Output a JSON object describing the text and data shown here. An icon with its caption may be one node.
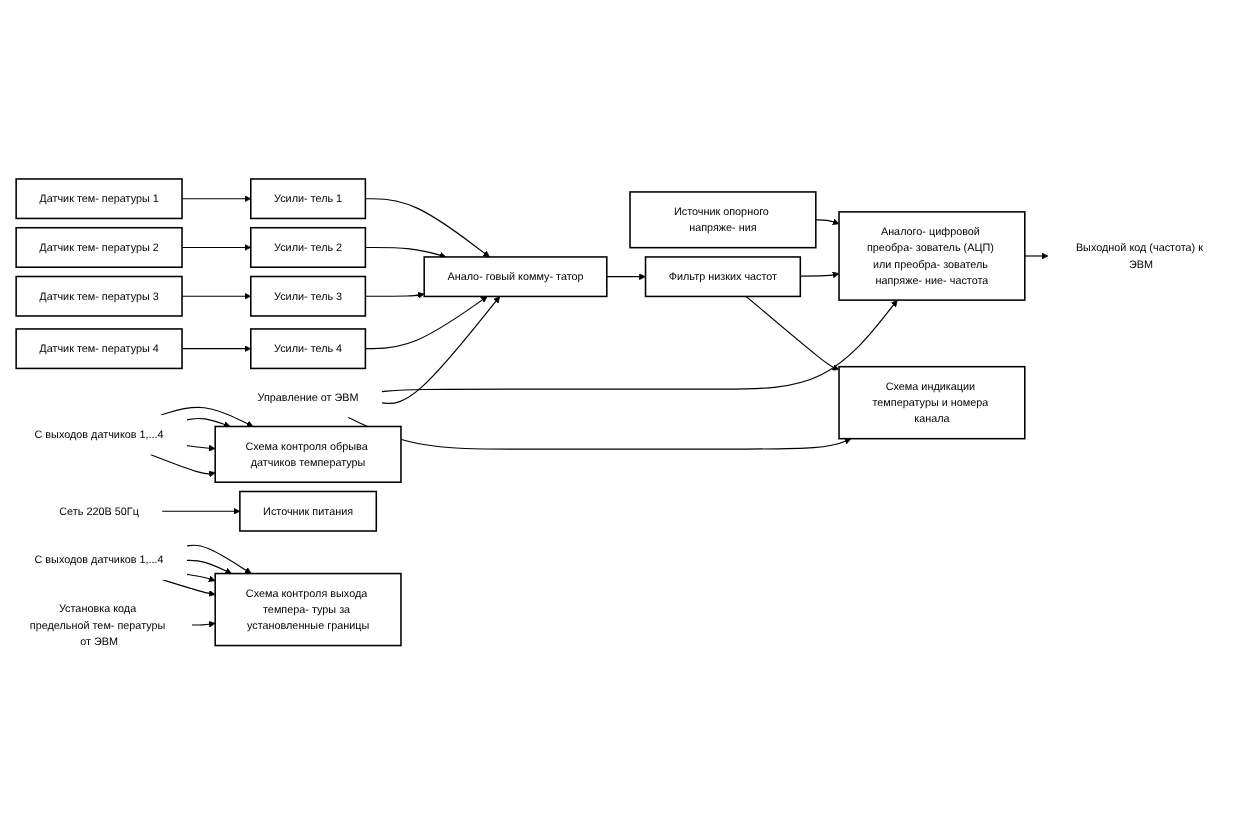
{
  "diagram": {
    "nodes": [
      {
        "text": [
          "Датчик тем- пературы 1"
        ]
      },
      {
        "text": [
          "Датчик тем- пературы 2"
        ]
      },
      {
        "text": [
          "Датчик тем- пературы 3"
        ]
      },
      {
        "text": [
          "Датчик тем- пературы 4"
        ]
      },
      {
        "text": [
          "Усили- тель 1"
        ]
      },
      {
        "text": [
          "Усили- тель 2"
        ]
      },
      {
        "text": [
          "Усили- тель 3"
        ]
      },
      {
        "text": [
          "Усили- тель 4"
        ]
      },
      {
        "text": [
          "Анало- говый комму- татор"
        ]
      },
      {
        "text": [
          "Источник опорного напряже- ния"
        ]
      },
      {
        "text": [
          "Фильтр низких частот"
        ]
      },
      {
        "text": [
          "Аналого- цифровой преобра- зователь (АЦП) или преобра- зователь напряже- ние- частота"
        ]
      },
      {
        "text": [
          "Выходной код (частота) к ЭВМ"
        ]
      },
      {
        "text": [
          "Управление от ЭВМ"
        ]
      },
      {
        "text": [
          "С выходов датчиков 1,...4"
        ]
      },
      {
        "text": [
          "Схема контроля обрыва датчиков температуры"
        ]
      },
      {
        "text": [
          "Схема индикации температуры и номера канала"
        ]
      },
      {
        "text": [
          "Сеть 220В 50Гц"
        ]
      },
      {
        "text": [
          "Источник питания"
        ]
      },
      {
        "text": [
          "С выходов датчиков 1,...4"
        ]
      },
      {
        "text": [
          "Схема контроля выхода темпера- туры за установленные границы"
        ]
      },
      {
        "text": [
          "Установка кода предельной тем- пературы от ЭВМ"
        ]
      }
    ],
    "edges": [
      {
        "from": 0,
        "to": 4,
        "arrow": "to"
      },
      {
        "from": 1,
        "to": 5,
        "arrow": "to"
      },
      {
        "from": 2,
        "to": 6,
        "arrow": "to"
      },
      {
        "from": 3,
        "to": 7,
        "arrow": "to"
      },
      {
        "from": 4,
        "to": 8,
        "arrow": "to"
      },
      {
        "from": 5,
        "to": 8,
        "arrow": "to"
      },
      {
        "from": 6,
        "to": 8,
        "arrow": "to"
      },
      {
        "from": 7,
        "to": 8,
        "arrow": "to"
      },
      {
        "from": 8,
        "to": 10,
        "arrow": "to"
      },
      {
        "from": 9,
        "to": 11,
        "arrow": "to"
      },
      {
        "from": 10,
        "to": 11,
        "arrow": "to"
      },
      {
        "from": 11,
        "to": 12,
        "arrow": "to"
      },
      {
        "from": 13,
        "to": 11,
        "arrow": "to"
      },
      {
        "from": 13,
        "to": 8,
        "arrow": "to"
      },
      {
        "from": 13,
        "to": 16,
        "arrow": "to"
      },
      {
        "from": 10,
        "to": 16,
        "arrow": "to"
      },
      {
        "from": 14,
        "to": 15,
        "arrow": "to"
      },
      {
        "from": 14,
        "to": 15,
        "arrow": "to"
      },
      {
        "from": 14,
        "to": 15,
        "arrow": "to"
      },
      {
        "from": 14,
        "to": 15,
        "arrow": "to"
      },
      {
        "from": 17,
        "to": 18,
        "arrow": "to"
      },
      {
        "from": 19,
        "to": 20,
        "arrow": "to"
      },
      {
        "from": 19,
        "to": 20,
        "arrow": "to"
      },
      {
        "from": 19,
        "to": 20,
        "arrow": "to"
      },
      {
        "from": 19,
        "to": 20,
        "arrow": "to"
      },
      {
        "from": 21,
        "to": 20,
        "arrow": "to"
      }
    ]
  }
}
